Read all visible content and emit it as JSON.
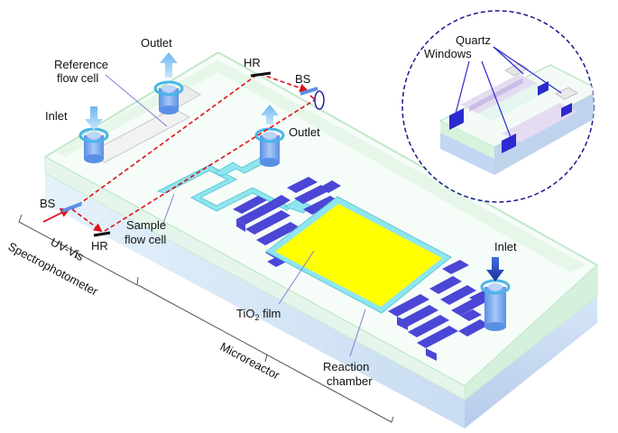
{
  "colors": {
    "chip_top": "#f4fbf7",
    "chip_border": "#bfe8c8",
    "chip_side": "#c8d8ee",
    "chip_front": "#d8ecf6",
    "channel": "#4b46d6",
    "channel_light": "#8fe6ef",
    "film": "#ffff00",
    "laser": "#e0101a",
    "port": "#6fa0ee",
    "inset_border": "#1a1a8c"
  },
  "labels": {
    "outlet_top": "Outlet",
    "reference_flow_cell_1": "Reference",
    "reference_flow_cell_2": "flow cell",
    "inlet_left": "Inlet",
    "hr_top": "HR",
    "bs_top": "BS",
    "outlet_mid": "Outlet",
    "bs_left": "BS",
    "hr_bottom": "HR",
    "sample_flow_cell_1": "Sample",
    "sample_flow_cell_2": "flow cell",
    "uvvis_1": "UV-Vis",
    "uvvis_2": "Spectrophotometer",
    "tio2_main": "TiO",
    "tio2_sub": "2",
    "tio2_suffix": " film",
    "inlet_right": "Inlet",
    "microreactor": "Microreactor",
    "reaction_chamber_1": "Reaction",
    "reaction_chamber_2": "chamber",
    "quartz_1": "Quartz",
    "quartz_2": "Windows"
  }
}
